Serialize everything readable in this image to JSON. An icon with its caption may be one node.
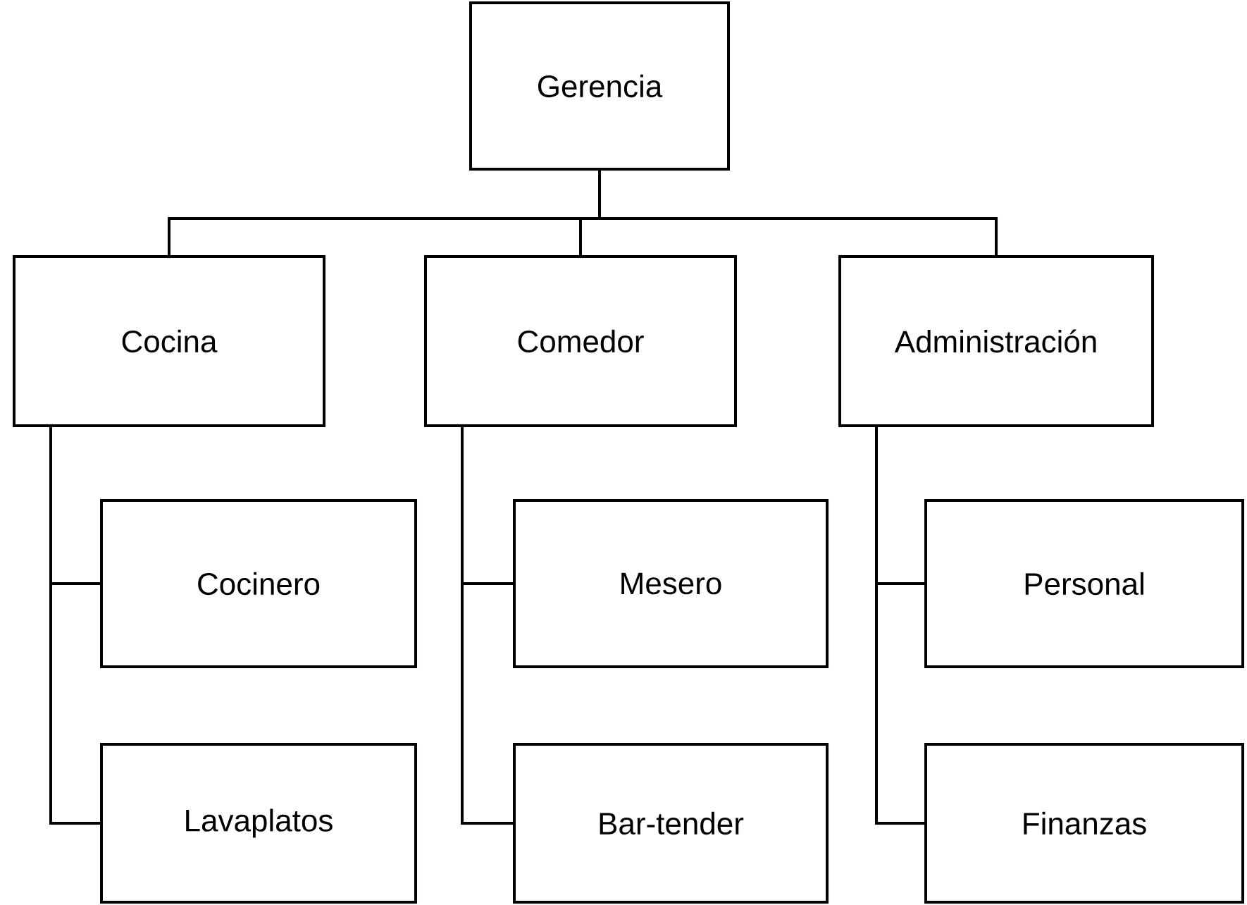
{
  "diagram": {
    "nodes": [
      {
        "text": [
          "Gerencia"
        ]
      },
      {
        "text": [
          "Cocina"
        ]
      },
      {
        "text": [
          "Comedor"
        ]
      },
      {
        "text": [
          "Administración"
        ]
      },
      {
        "text": [
          "Cocinero"
        ]
      },
      {
        "text": [
          "Lavaplatos"
        ]
      },
      {
        "text": [
          "Mesero"
        ]
      },
      {
        "text": [
          "Bar-tender"
        ]
      },
      {
        "text": [
          "Personal"
        ]
      },
      {
        "text": [
          "Finanzas"
        ]
      }
    ],
    "edges": [
      {
        "from": 0,
        "to": 1,
        "arrow": "none"
      },
      {
        "from": 0,
        "to": 2,
        "arrow": "none"
      },
      {
        "from": 0,
        "to": 3,
        "arrow": "none"
      },
      {
        "from": 1,
        "to": 4,
        "arrow": "none"
      },
      {
        "from": 1,
        "to": 5,
        "arrow": "none"
      },
      {
        "from": 2,
        "to": 6,
        "arrow": "none"
      },
      {
        "from": 2,
        "to": 7,
        "arrow": "none"
      },
      {
        "from": 3,
        "to": 8,
        "arrow": "none"
      },
      {
        "from": 3,
        "to": 9,
        "arrow": "none"
      }
    ]
  }
}
